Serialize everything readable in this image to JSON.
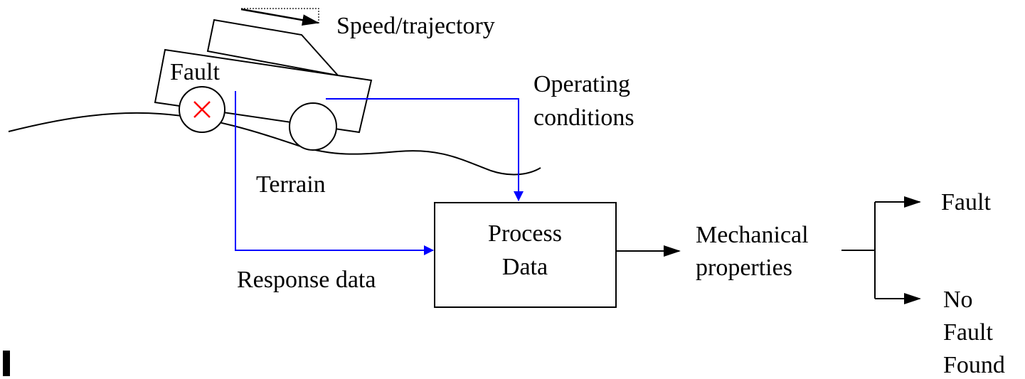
{
  "labels": {
    "speed": "Speed/trajectory",
    "fault_on_vehicle": "Fault",
    "operating_1": "Operating",
    "operating_2": "conditions",
    "terrain": "Terrain",
    "process_1": "Process",
    "process_2": "Data",
    "response": "Response data",
    "mech_1": "Mechanical",
    "mech_2": "properties",
    "out_fault": "Fault",
    "out_nofault_1": "No",
    "out_nofault_2": "Fault",
    "out_nofault_3": "Found"
  },
  "colors": {
    "signal_line": "#0000ff",
    "fault_mark": "#ff0000",
    "ink": "#000000"
  }
}
